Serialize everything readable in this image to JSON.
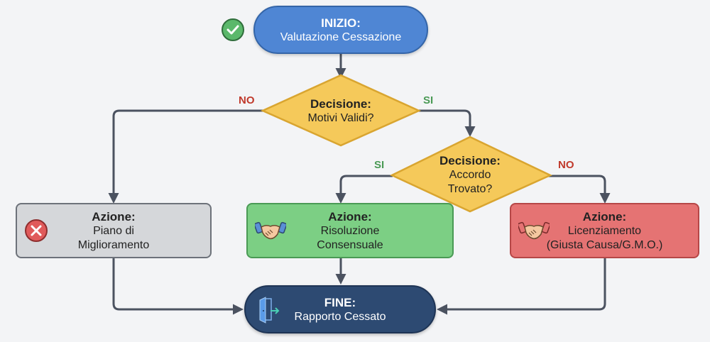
{
  "diagram": {
    "start": {
      "title": "INIZIO:",
      "text": "Valutazione Cessazione",
      "icon": "check-circle-icon"
    },
    "decision1": {
      "title": "Decisione:",
      "text": "Motivi Validi?"
    },
    "decision2": {
      "title": "Decisione:",
      "text_line1": "Accordo",
      "text_line2": "Trovato?"
    },
    "action_improvement": {
      "title": "Azione:",
      "text_line1": "Piano di",
      "text_line2": "Miglioramento",
      "icon": "x-circle-icon"
    },
    "action_consensual": {
      "title": "Azione:",
      "text_line1": "Risoluzione",
      "text_line2": "Consensuale",
      "icon": "handshake-icon"
    },
    "action_dismissal": {
      "title": "Azione:",
      "text_line1": "Licenziamento",
      "text_line2": "(Giusta Causa/G.M.O.)",
      "icon": "handshake-icon"
    },
    "end": {
      "title": "FINE:",
      "text": "Rapporto Cessato",
      "icon": "exit-door-icon"
    },
    "edge_labels": {
      "d1_no": "NO",
      "d1_yes": "SI",
      "d2_yes": "SI",
      "d2_no": "NO"
    },
    "colors": {
      "start": "#4f86d4",
      "decision": "#f5c95a",
      "neutral": "#d5d7da",
      "positive": "#7ccf84",
      "negative": "#e57373",
      "end": "#2d4a72",
      "yes_label": "#4a9a55",
      "no_label": "#c0392b",
      "edge": "#4b5260"
    }
  }
}
